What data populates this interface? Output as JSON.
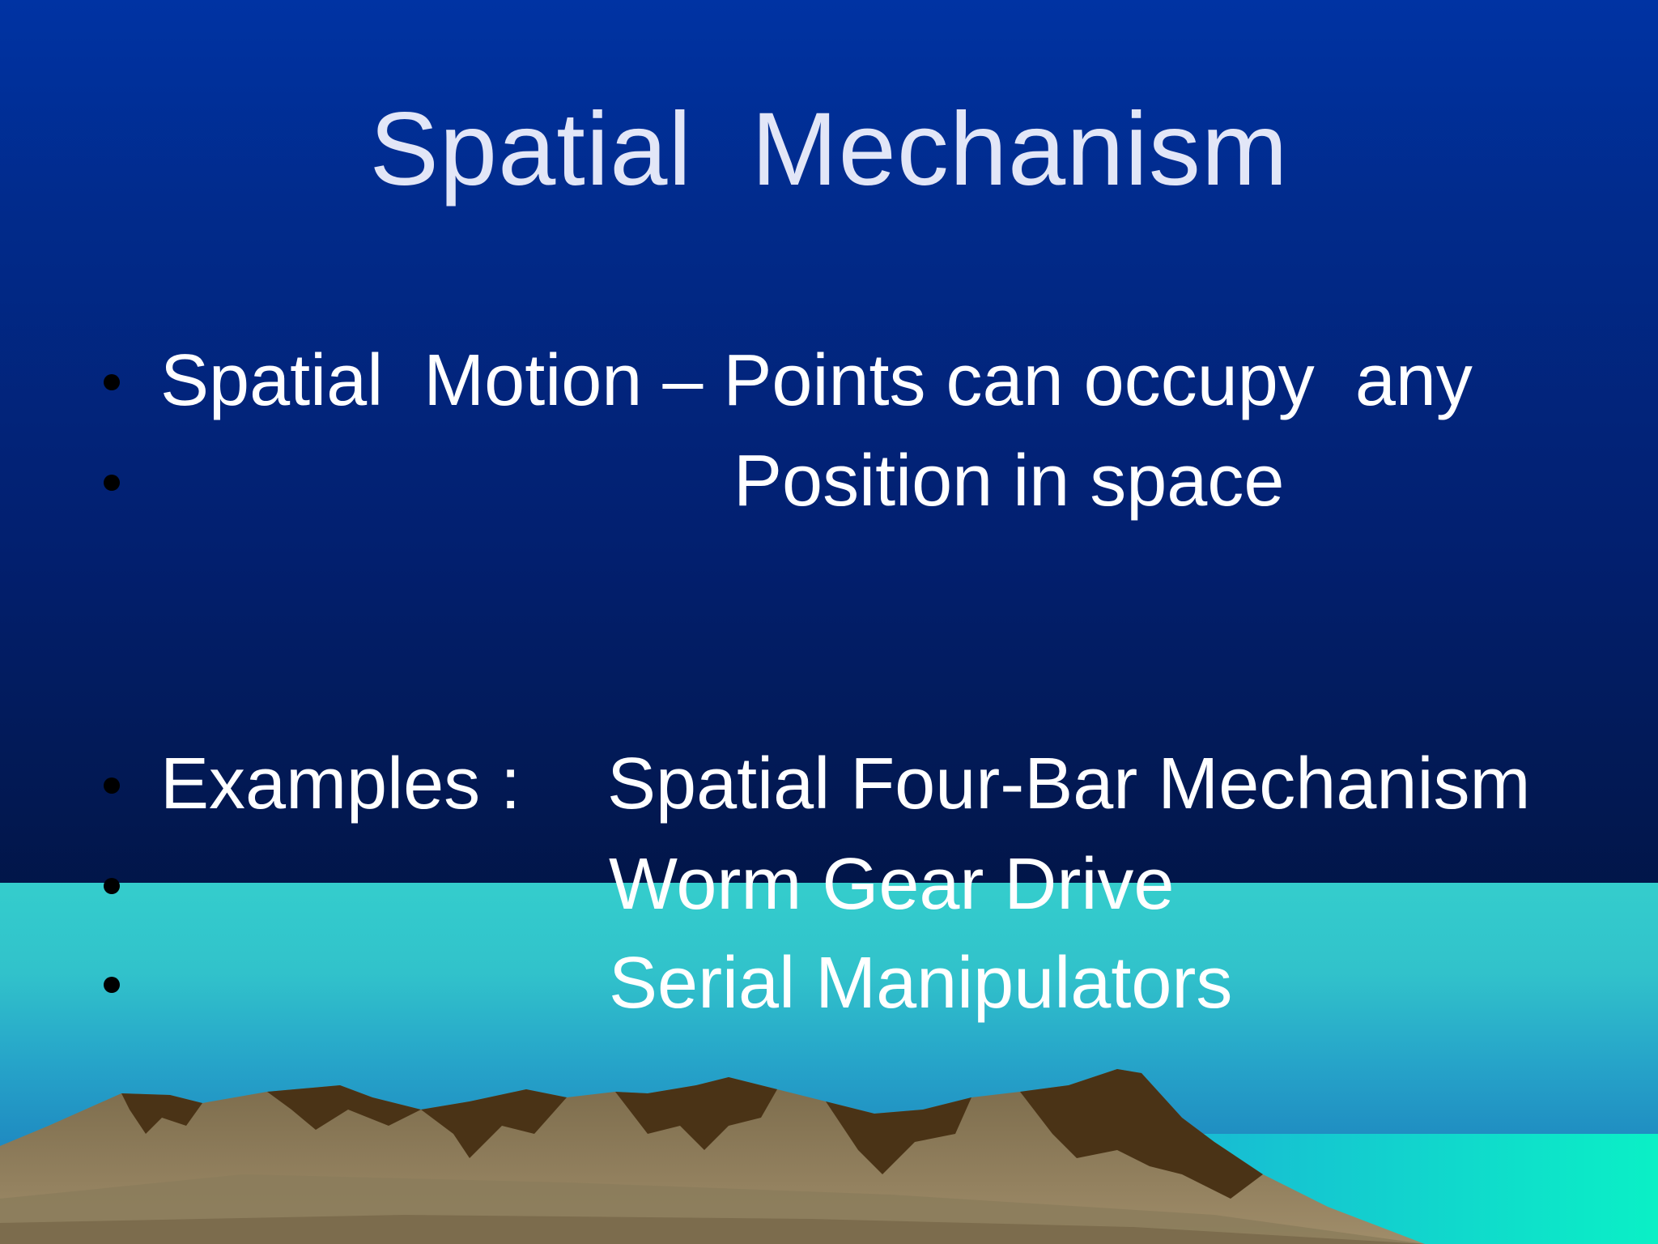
{
  "slide": {
    "title": "Spatial  Mechanism",
    "bullets": [
      {
        "text": "Spatial  Motion – Points can occupy  any"
      },
      {
        "text": "Position in space"
      },
      {
        "label": "Examples :",
        "text": "Spatial Four-Bar Mechanism"
      },
      {
        "text": "Worm Gear Drive"
      },
      {
        "text": "Serial Manipulators"
      }
    ]
  },
  "colors": {
    "sky_top": "#0033a3",
    "sky_bottom": "#011444",
    "sea_top": "#34cdcc",
    "sea_bottom": "#1c7cbc",
    "mountain_light": "#8a7a5a",
    "mountain_dark": "#4a3316",
    "shore": "#19e8c8",
    "title_text": "#e2e6f7",
    "body_text": "#ffffff",
    "bullet": "#000000"
  }
}
